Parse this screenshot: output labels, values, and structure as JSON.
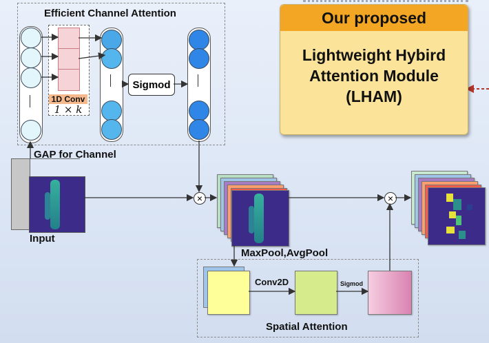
{
  "eca": {
    "title": "Efficient Channel Attention",
    "conv_label": "1D Conv",
    "conv_formula": "1 × k",
    "sigmoid_label": "Sigmod"
  },
  "gap_label": "GAP for Channel",
  "input_label": "Input",
  "pool_label": "MaxPool,AvgPool",
  "spatial": {
    "title": "Spatial Attention",
    "conv2d_label": "Conv2D",
    "sigmoid_label": "Sigmod"
  },
  "proposal": {
    "header": "Our proposed",
    "line1": "Lightweight Hybird",
    "line2": "Attention Module",
    "line3": "(LHAM)"
  },
  "colors": {
    "proposal_header": "#f3a623",
    "proposal_body": "#fbe49a",
    "spatial_input": "#ffff99",
    "spatial_conv": "#d6eb8c",
    "spatial_out": "#e99cc6",
    "eca_after_gap": "#dff4fb",
    "eca_weights": "#2f86e6"
  }
}
